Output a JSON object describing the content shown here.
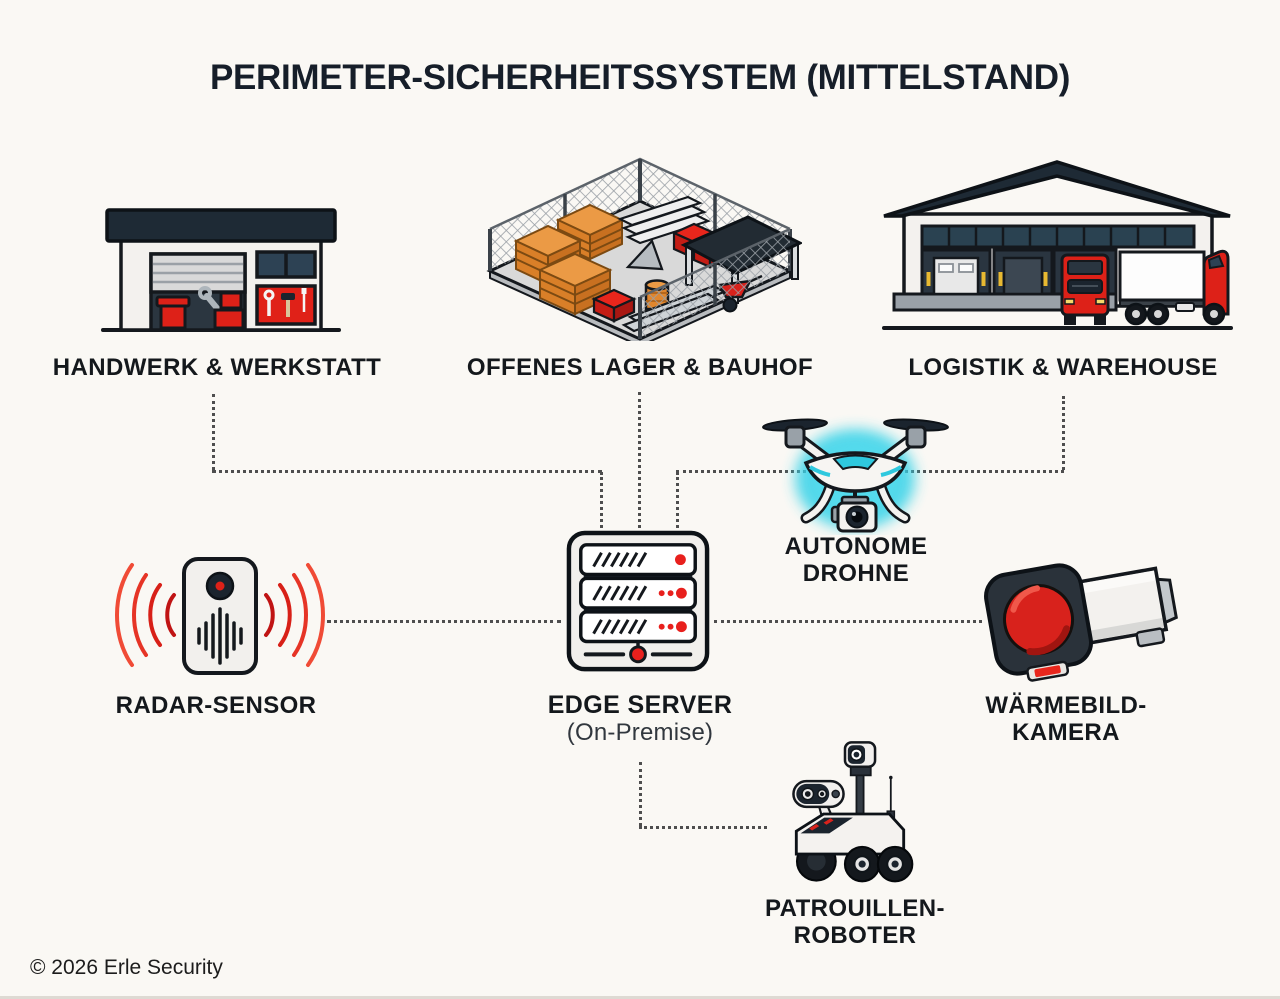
{
  "title": "PERIMETER-SICHERHEITSSYSTEM (MITTELSTAND)",
  "sites": {
    "workshop": {
      "label": "HANDWERK & WERKSTATT"
    },
    "open_yard": {
      "label": "OFFENES LAGER & BAUHOF"
    },
    "warehouse": {
      "label": "LOGISTIK & WAREHOUSE"
    }
  },
  "devices": {
    "drone": {
      "label_line1": "AUTONOME",
      "label_line2": "DROHNE"
    },
    "edge_server": {
      "label": "EDGE SERVER",
      "sublabel": "(On-Premise)"
    },
    "radar": {
      "label": "RADAR-SENSOR"
    },
    "thermal_camera": {
      "label_line1": "WÄRMEBILD-",
      "label_line2": "KAMERA"
    },
    "patrol_robot": {
      "label_line1": "PATROUILLEN-",
      "label_line2": "ROBOTER"
    }
  },
  "footer": {
    "copyright": "© 2026 Erle Security"
  },
  "colors": {
    "background": "#faf8f4",
    "ink": "#14181c",
    "dark_slate": "#1e2a35",
    "accent_red": "#dd2118",
    "accent_cyan": "#35d2e8",
    "connector_gray": "#4e4e4e",
    "pallet_orange": "#e0862e"
  }
}
